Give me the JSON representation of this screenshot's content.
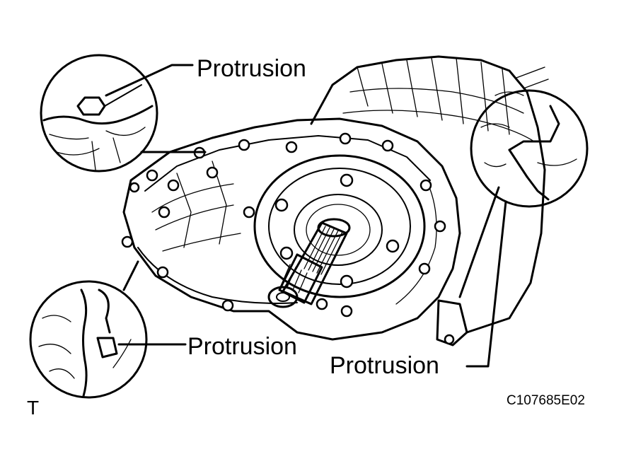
{
  "labels": {
    "top_protrusion": "Protrusion",
    "bottom_left_protrusion": "Protrusion",
    "bottom_right_protrusion": "Protrusion",
    "figure_code": "C107685E02",
    "corner_mark": "T"
  },
  "colors": {
    "ink": "#000000",
    "paper": "#ffffff"
  }
}
